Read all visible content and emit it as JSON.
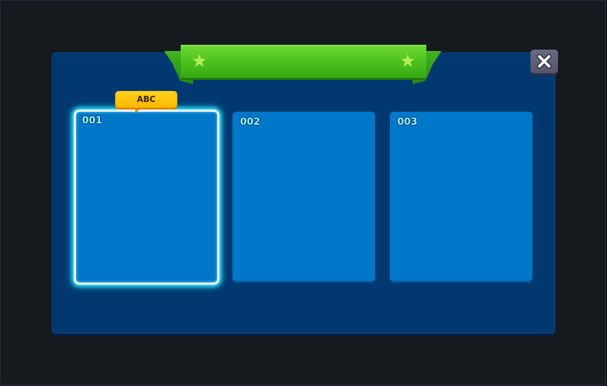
{
  "dialog": {
    "title": ""
  },
  "ribbon": {
    "left_icon": "star-icon",
    "right_icon": "star-icon"
  },
  "close_button": {
    "icon": "close-icon"
  },
  "selected_tag": {
    "label": "ABC"
  },
  "slots": [
    {
      "number": "001",
      "selected": true
    },
    {
      "number": "002",
      "selected": false
    },
    {
      "number": "003",
      "selected": false
    }
  ],
  "colors": {
    "background": "#15191e",
    "panel": "#00386f",
    "slot": "#0077c8",
    "ribbon": "#4cc320",
    "selection_glow": "#3ee6ff",
    "tag": "#ffc20a",
    "slot_number": "#9ff2ff"
  }
}
